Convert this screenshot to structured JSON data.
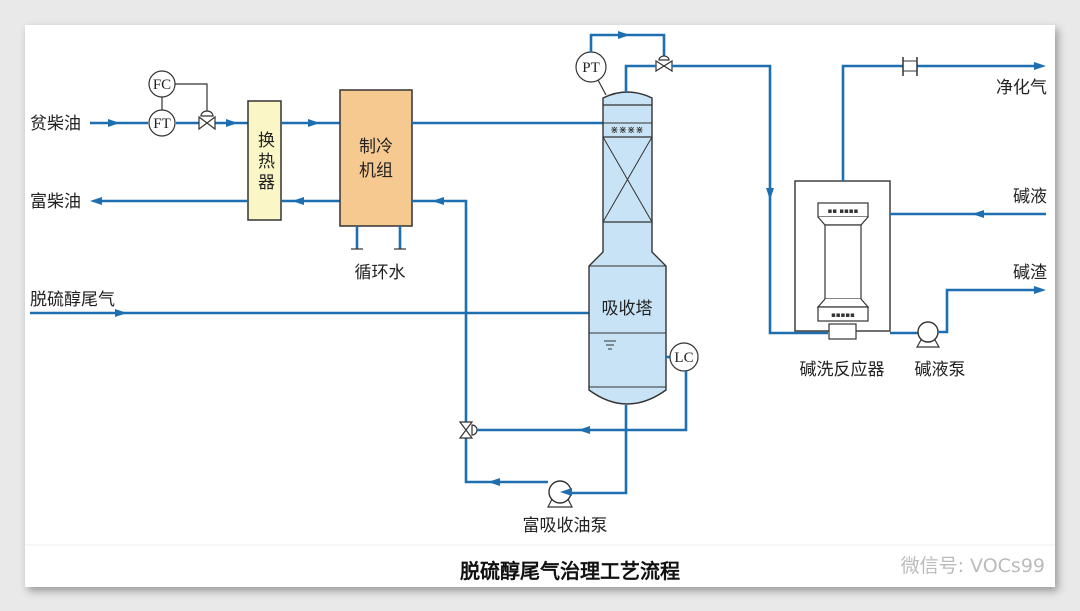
{
  "streams": {
    "lean_diesel": "贫柴油",
    "rich_diesel": "富柴油",
    "tail_gas": "脱硫醇尾气",
    "purified_gas": "净化气",
    "lye": "碱液",
    "alkali_residue": "碱渣",
    "cooling_water": "循环水"
  },
  "equipment": {
    "heat_exchanger": "换热器",
    "chiller_line1": "制冷",
    "chiller_line2": "机组",
    "absorber": "吸收塔",
    "rich_oil_pump": "富吸收油泵",
    "caustic_reactor": "碱洗反应器",
    "lye_pump": "碱液泵"
  },
  "instruments": {
    "fc": "FC",
    "ft": "FT",
    "pt": "PT",
    "lc": "LC"
  },
  "caption": "脱硫醇尾气治理工艺流程",
  "watermark": "微信号: VOCs99",
  "colors": {
    "pipe": "#1d6fb0",
    "tower_fill": "#c7e3f5",
    "heat_exchanger_fill": "#fbf6c6",
    "chiller_fill": "#f5c98f"
  }
}
